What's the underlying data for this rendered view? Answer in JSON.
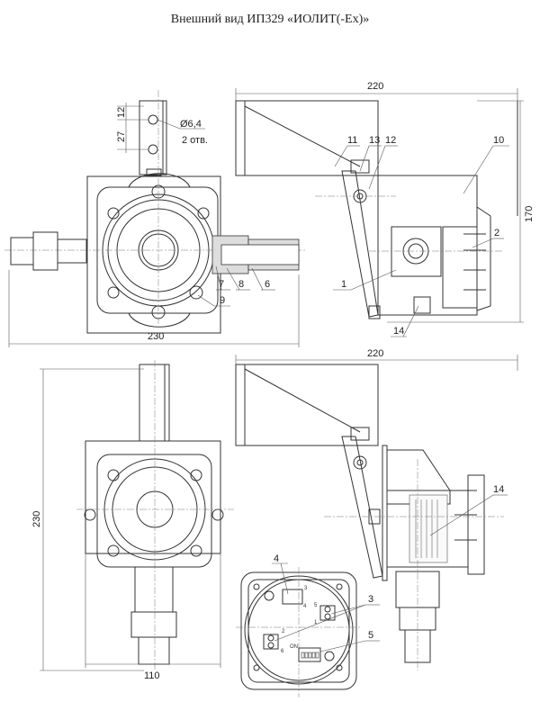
{
  "title": "Внешний вид ИП329 «ИОЛИТ(-Ex)»",
  "dimensions": {
    "top_left_width": "230",
    "bracket_top": "12",
    "bracket_pitch": "27",
    "hole_diameter": "Ø6,4",
    "hole_count": "2 отв.",
    "top_right_width": "220",
    "top_right_height": "170",
    "bottom_left_height": "230",
    "bottom_left_width": "110",
    "bottom_right_width": "220"
  },
  "callouts": {
    "c1": "1",
    "c2": "2",
    "c3": "3",
    "c4": "4",
    "c5": "5",
    "c6": "6",
    "c7": "7",
    "c8": "8",
    "c9": "9",
    "c10": "10",
    "c11": "11",
    "c12": "12",
    "c13": "13",
    "c14": "14"
  },
  "pcb": {
    "switch_label": "ON",
    "t1": "1",
    "t2": "2",
    "t3": "3",
    "t4": "4",
    "t5": "5",
    "t6": "6"
  }
}
